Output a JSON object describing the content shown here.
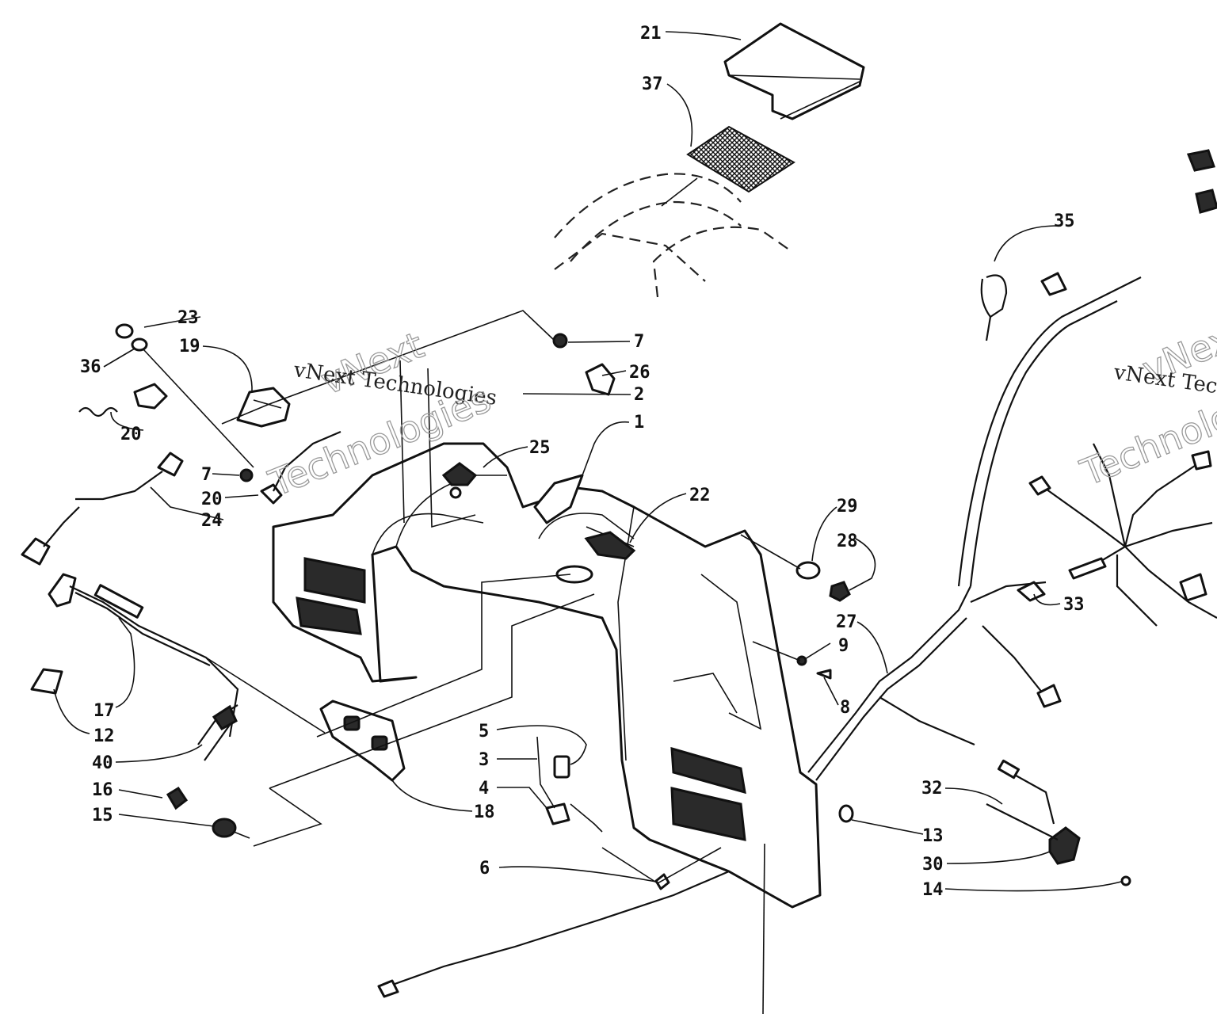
{
  "watermark": {
    "line1": "vNext Technologies",
    "line2": "vNext",
    "line3": "Technologies"
  },
  "callouts": {
    "c1": "1",
    "c2": "2",
    "c3": "3",
    "c4": "4",
    "c5": "5",
    "c6": "6",
    "c7a": "7",
    "c7b": "7",
    "c8": "8",
    "c9": "9",
    "c12": "12",
    "c13": "13",
    "c14": "14",
    "c15": "15",
    "c16": "16",
    "c17": "17",
    "c18": "18",
    "c19": "19",
    "c20a": "20",
    "c20b": "20",
    "c21": "21",
    "c22": "22",
    "c23": "23",
    "c24": "24",
    "c25": "25",
    "c26": "26",
    "c27": "27",
    "c28": "28",
    "c29": "29",
    "c30": "30",
    "c32": "32",
    "c33": "33",
    "c35": "35",
    "c36": "36",
    "c37": "37",
    "c40": "40"
  }
}
